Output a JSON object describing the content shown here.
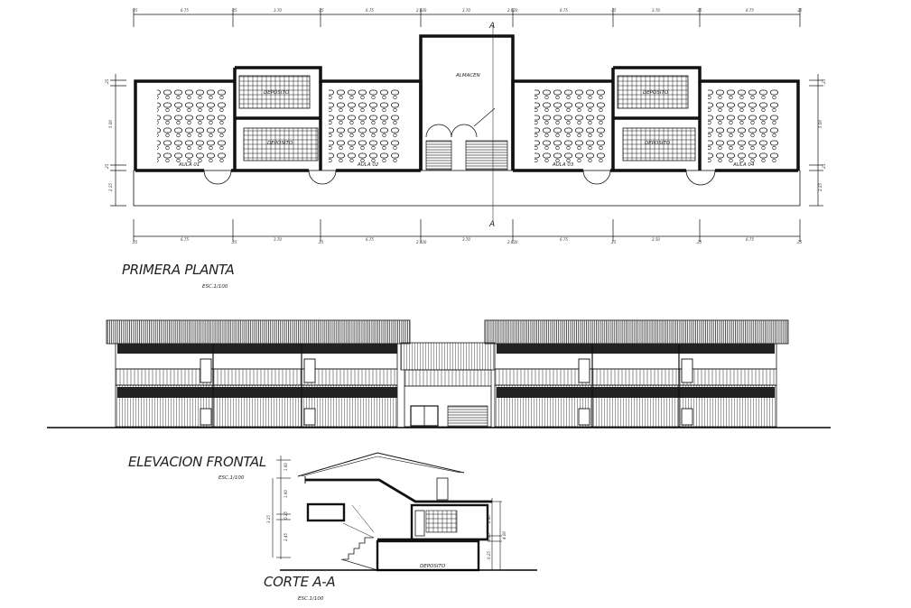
{
  "titles": {
    "plan": "PRIMERA PLANTA",
    "plan_scale": "ESC.1/100",
    "elevation": "ELEVACION FRONTAL",
    "elevation_scale": "ESC.1/100",
    "section": "CORTE A-A",
    "section_scale": "ESC.1/100"
  },
  "rooms": {
    "aula1": "AULA 01",
    "aula2": "AULA 02",
    "aula3": "AULA 03",
    "aula4": "AULA 04",
    "almacen": "ALMACEN",
    "deposito_a": "DEPOSITO",
    "deposito_b": "DEPOSITO",
    "deposito_c": "DEPOSITO",
    "deposito_d": "DEPOSITO",
    "deposito_section": "DEPOSITO"
  },
  "section_marks": {
    "top": "A",
    "bottom": "A"
  },
  "dims": {
    "top": [
      "-25",
      "6.75",
      "-25",
      "3.70",
      "-25",
      "6.75",
      "2.820",
      "3.70",
      "2.820",
      "6.75",
      "-25",
      "3.70",
      "-25",
      "6.75",
      "-25"
    ],
    "bottom": [
      ".25",
      "6.75",
      ".25",
      "3.70",
      ".25",
      "6.75",
      "2.820",
      "3.70",
      "2.820",
      "6.75",
      ".25",
      "3.50",
      ".25",
      "6.75",
      ".25"
    ],
    "left": [
      ".25",
      "5.00",
      ".25",
      "2.25"
    ],
    "right": [
      ".25",
      "5.00",
      ".25",
      "2.25"
    ],
    "section_left": [
      "1.60",
      "1.90",
      "3.25",
      "0.25",
      "2.45"
    ],
    "section_right": [
      "2.40",
      "0.25",
      "4.00",
      "0.25"
    ]
  },
  "colors": {
    "line": "#111111",
    "ground": "#000000"
  }
}
